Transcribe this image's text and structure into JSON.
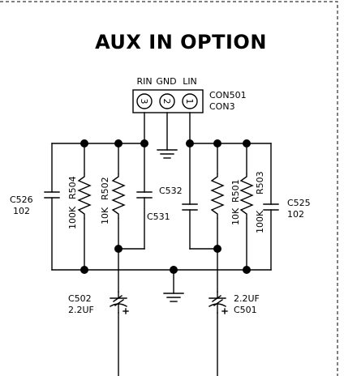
{
  "title": "AUX IN OPTION",
  "connector": {
    "pin_labels": [
      "RIN",
      "GND",
      "LIN"
    ],
    "pin_numbers": [
      "3",
      "2",
      "1"
    ],
    "ref": "CON501",
    "type": "CON3"
  },
  "components": {
    "c526": {
      "ref": "C526",
      "value": "102"
    },
    "r504": {
      "ref": "R504",
      "value": "100K"
    },
    "r502": {
      "ref": "R502",
      "value": "10K"
    },
    "c532": {
      "ref": "C532"
    },
    "c531": {
      "ref": "C531"
    },
    "r501": {
      "ref": "R501",
      "value": "10K"
    },
    "r503": {
      "ref": "R503",
      "value": "100K"
    },
    "c525": {
      "ref": "C525",
      "value": "102"
    },
    "c502": {
      "ref": "C502",
      "value": "2.2UF"
    },
    "c501": {
      "ref": "C501",
      "value": "2.2UF"
    }
  },
  "colors": {
    "ink": "#000000",
    "paper": "#ffffff"
  }
}
